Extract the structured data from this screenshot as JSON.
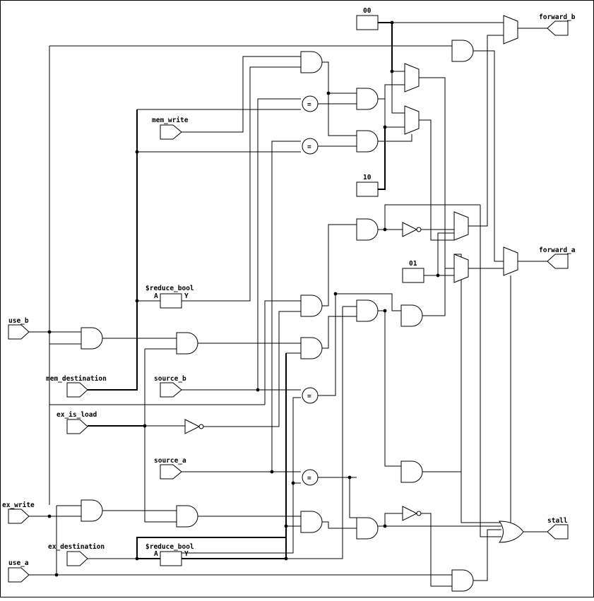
{
  "ports": {
    "use_b": "use_b",
    "mem_destination": "mem_destination",
    "ex_is_load": "ex_is_load",
    "ex_write": "ex_write",
    "ex_destination": "ex_destination",
    "use_a": "use_a",
    "mem_write": "mem_write",
    "source_b": "source_b",
    "source_a": "source_a",
    "forward_b": "forward_b",
    "forward_a": "forward_a",
    "stall": "stall"
  },
  "constants": {
    "c00": "00",
    "c10": "10",
    "c01": "01"
  },
  "reduce_bool": {
    "name": "$reduce_bool",
    "pin_a": "A",
    "pin_y": "Y"
  },
  "eq_symbol": "="
}
